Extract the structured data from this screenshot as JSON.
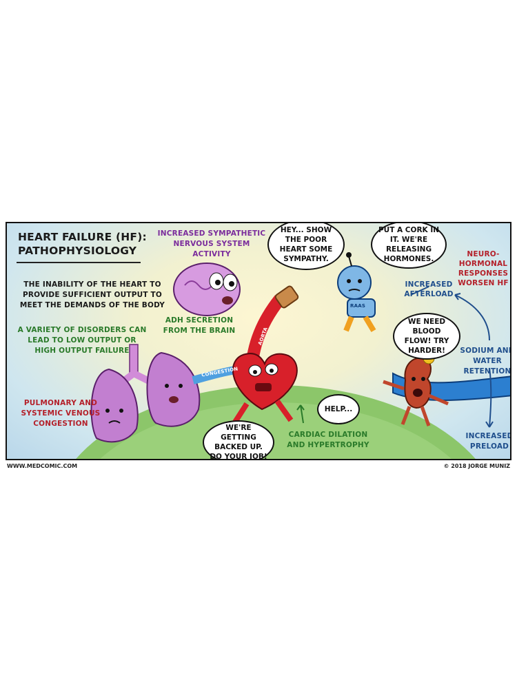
{
  "title": {
    "line1": "Heart Failure (HF):",
    "line2": "Pathophysiology"
  },
  "definition": "The inability of the heart to provide sufficient output to meet the demands of the body",
  "disorders": "A variety of disorders can lead to low output or high output failure",
  "pulmonary": "Pulmonary and systemic venous congestion",
  "sympathetic": "Increased sympathetic nervous system activity",
  "adh": "ADH secretion from the brain",
  "neurohormonal": "Neuro-hormonal responses worsen HF",
  "afterload": "Increased afterload",
  "sodium": "Sodium and water retention",
  "preload": "Increased preload",
  "dilation": "Cardiac dilation and hypertrophy",
  "bubbles": {
    "brain": "Hey... show the poor heart some sympathy.",
    "raas": "Put a cork in it. We're releasing hormones.",
    "kidney": "We need blood flow! Try harder!",
    "heart": "Help...",
    "lungs": "We're getting backed up. Do your job!"
  },
  "labels": {
    "congestion": "Congestion",
    "aorta": "Aorta",
    "raas": "RAAS"
  },
  "footer": {
    "site": "www.medcomic.com",
    "copyright": "© 2018 Jorge Muniz"
  },
  "colors": {
    "heart": "#d8202a",
    "lungs": "#c27fd0",
    "brain": "#d79be0",
    "raas": "#7fb7e6",
    "kidney": "#c0462c",
    "ground": "#8cc66a"
  }
}
